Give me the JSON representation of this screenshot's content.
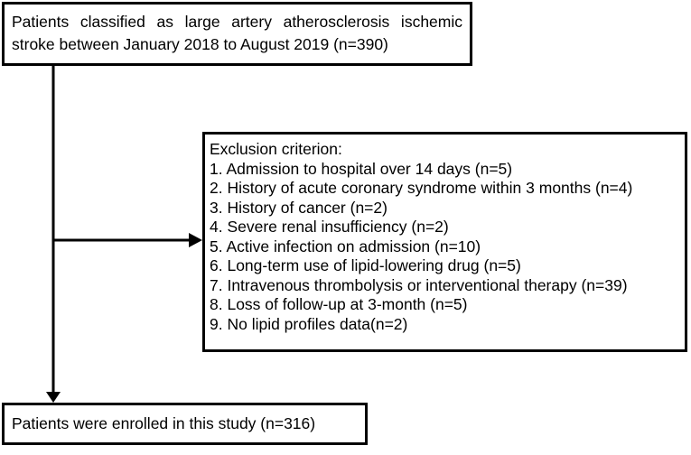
{
  "flowchart": {
    "top_box": {
      "text": "Patients classified as large artery atherosclerosis ischemic stroke between January 2018 to August 2019 (n=390)"
    },
    "exclusion_box": {
      "title": "Exclusion criterion:",
      "items": [
        "1. Admission to hospital over 14 days (n=5)",
        "2. History of acute coronary syndrome within 3 months (n=4)",
        "3. History of cancer (n=2)",
        "4. Severe renal insufficiency (n=2)",
        "5. Active infection on admission (n=10)",
        "6. Long-term use of lipid-lowering drug (n=5)",
        "7. Intravenous thrombolysis or interventional therapy (n=39)",
        "8. Loss of follow-up at 3-month (n=5)",
        "9. No lipid profiles data(n=2)"
      ]
    },
    "bottom_box": {
      "text": "Patients were enrolled in this study (n=316)"
    }
  }
}
